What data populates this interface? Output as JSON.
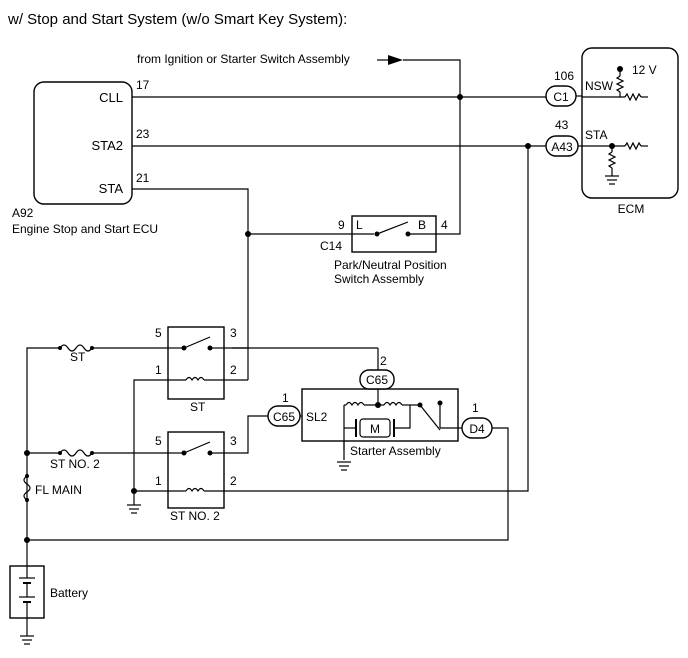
{
  "title": "w/ Stop and Start System (w/o Smart Key System):",
  "from_ignition": "from Ignition or Starter Switch Assembly",
  "ecu": {
    "code": "A92",
    "name": "Engine Stop and Start ECU",
    "pins": [
      {
        "label": "CLL",
        "number": "17"
      },
      {
        "label": "STA2",
        "number": "23"
      },
      {
        "label": "STA",
        "number": "21"
      }
    ]
  },
  "ecm": {
    "name": "ECM",
    "voltage": "12 V",
    "nsw": {
      "label": "NSW",
      "number": "106",
      "connector": "C1"
    },
    "sta": {
      "label": "STA",
      "number": "43",
      "connector": "A43"
    }
  },
  "pnp_switch": {
    "connector": "C14",
    "pin_left": "9",
    "pin_right": "4",
    "label_l": "L",
    "label_b": "B",
    "name_line1": "Park/Neutral Position",
    "name_line2": "Switch Assembly"
  },
  "relay_st": {
    "name": "ST",
    "pins": [
      "5",
      "3",
      "1",
      "2"
    ]
  },
  "relay_st2": {
    "name": "ST NO. 2",
    "pins": [
      "5",
      "3",
      "1",
      "2"
    ]
  },
  "fuses": {
    "st": "ST",
    "st2": "ST NO. 2",
    "fl_main": "FL MAIN"
  },
  "starter": {
    "name": "Starter Assembly",
    "sl2": "SL2",
    "connector_top": {
      "label": "C65",
      "pin": "2"
    },
    "connector_left": {
      "label": "C65",
      "pin": "1"
    },
    "connector_right": {
      "label": "D4",
      "pin": "1"
    }
  },
  "battery": "Battery"
}
